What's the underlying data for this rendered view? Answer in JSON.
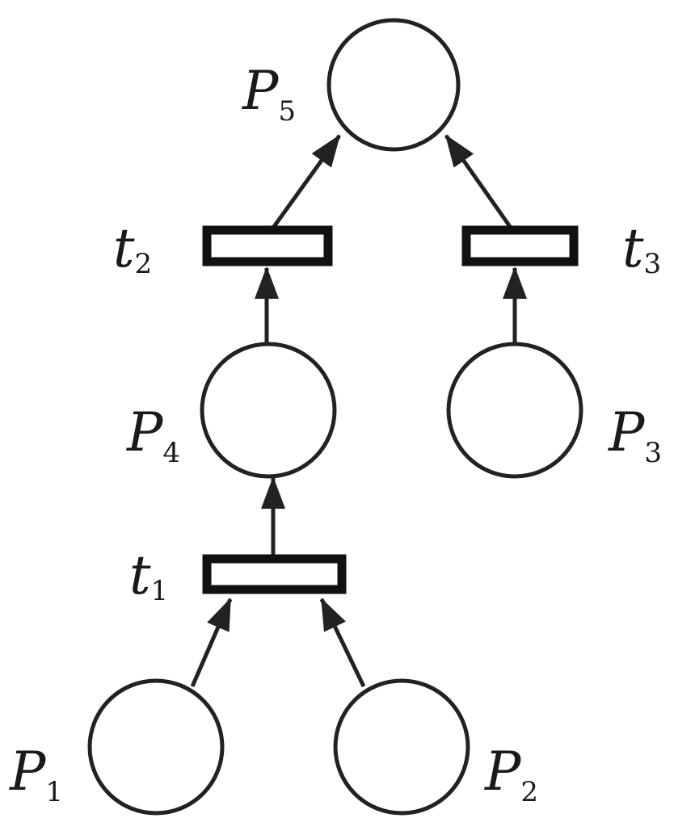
{
  "places": [
    {
      "id": "P1",
      "letter": "P",
      "sub": "1"
    },
    {
      "id": "P2",
      "letter": "P",
      "sub": "2"
    },
    {
      "id": "P3",
      "letter": "P",
      "sub": "3"
    },
    {
      "id": "P4",
      "letter": "P",
      "sub": "4"
    },
    {
      "id": "P5",
      "letter": "P",
      "sub": "5"
    }
  ],
  "transitions": [
    {
      "id": "t1",
      "letter": "t",
      "sub": "1"
    },
    {
      "id": "t2",
      "letter": "t",
      "sub": "2"
    },
    {
      "id": "t3",
      "letter": "t",
      "sub": "3"
    }
  ],
  "arcs": [
    {
      "from": "P1",
      "to": "t1"
    },
    {
      "from": "P2",
      "to": "t1"
    },
    {
      "from": "t1",
      "to": "P4"
    },
    {
      "from": "P4",
      "to": "t2"
    },
    {
      "from": "t2",
      "to": "P5"
    },
    {
      "from": "P3",
      "to": "t3"
    },
    {
      "from": "t3",
      "to": "P5"
    }
  ],
  "colors": {
    "stroke": "#222222",
    "fill": "#ffffff"
  }
}
